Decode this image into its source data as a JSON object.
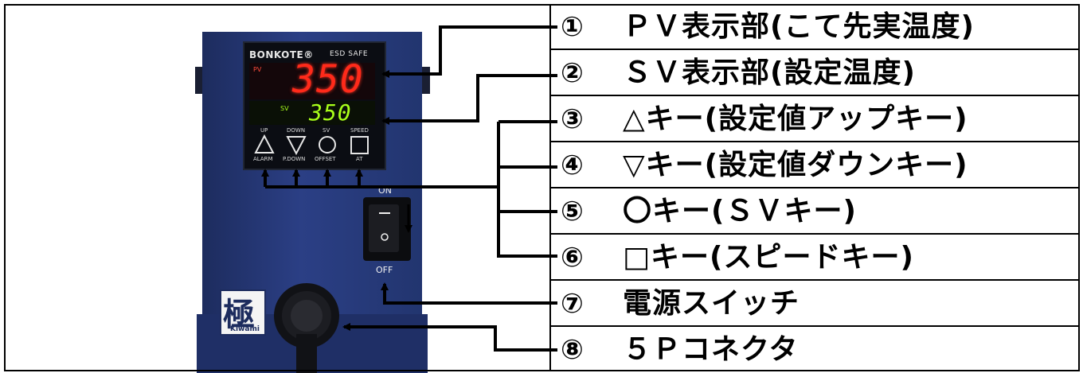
{
  "labels": [
    {
      "num": "①",
      "text": "ＰＶ表示部(こて先実温度)"
    },
    {
      "num": "②",
      "text": "ＳＶ表示部(設定温度)"
    },
    {
      "num": "③",
      "text": "△キー(設定値アップキー)"
    },
    {
      "num": "④",
      "text": "▽キー(設定値ダウンキー)"
    },
    {
      "num": "⑤",
      "text": "〇キー(ＳＶキー)"
    },
    {
      "num": "⑥",
      "text": "□キー(スピードキー)"
    },
    {
      "num": "⑦",
      "text": "電源スイッチ"
    },
    {
      "num": "⑧",
      "text": "５Ｐコネクタ"
    }
  ],
  "device": {
    "brand": "BONKOTE®",
    "brand_right": "ESD  SAFE",
    "pv_tag": "PV",
    "sv_tag": "SV",
    "pv_value": "350",
    "sv_value": "350",
    "keys": [
      {
        "top": "UP",
        "bottom": "ALARM",
        "icon": "triangle-up-icon",
        "glyph": "△"
      },
      {
        "top": "DOWN",
        "bottom": "P.DOWN",
        "icon": "triangle-down-icon",
        "glyph": "▽"
      },
      {
        "top": "SV",
        "bottom": "OFFSET",
        "icon": "circle-icon",
        "glyph": "○"
      },
      {
        "top": "SPEED",
        "bottom": "AT",
        "icon": "square-icon",
        "glyph": "□"
      }
    ],
    "switch_on": "ON",
    "switch_off": "OFF",
    "logo_kanji": "極",
    "logo_sub": "Kiwami"
  },
  "colors": {
    "panel": "#2b3f85",
    "pv_digits": "#ff2a1a",
    "sv_digits": "#a8ff1a",
    "line": "#000000"
  }
}
